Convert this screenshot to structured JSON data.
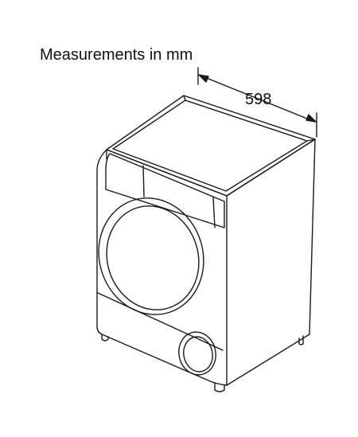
{
  "diagram": {
    "caption": "Measurements in mm",
    "dimensions": [
      {
        "label": "598",
        "measures": "width"
      }
    ]
  }
}
